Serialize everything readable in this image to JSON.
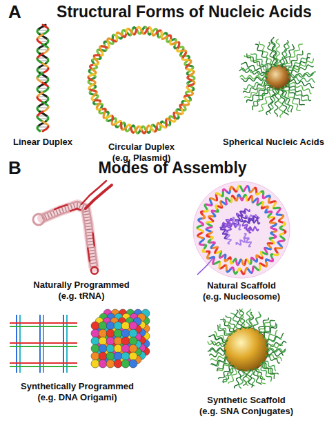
{
  "diagram": {
    "labels": [
      "A",
      "Structural Forms of Nucleic Acids",
      "Linear Duplex",
      "Circular Duplex (e.g. Plasmid)",
      "Spherical Nucleic Acids",
      "B",
      "Modes of Assembly",
      "Naturally Programmed (e.g. tRNA)",
      "Natural Scaffold (e.g. Nucleosome)",
      "Synthetically Programmed (e.g. DNA Origami)",
      "Synthetic Scaffold (e.g. SNA Conjugates)"
    ]
  }
}
